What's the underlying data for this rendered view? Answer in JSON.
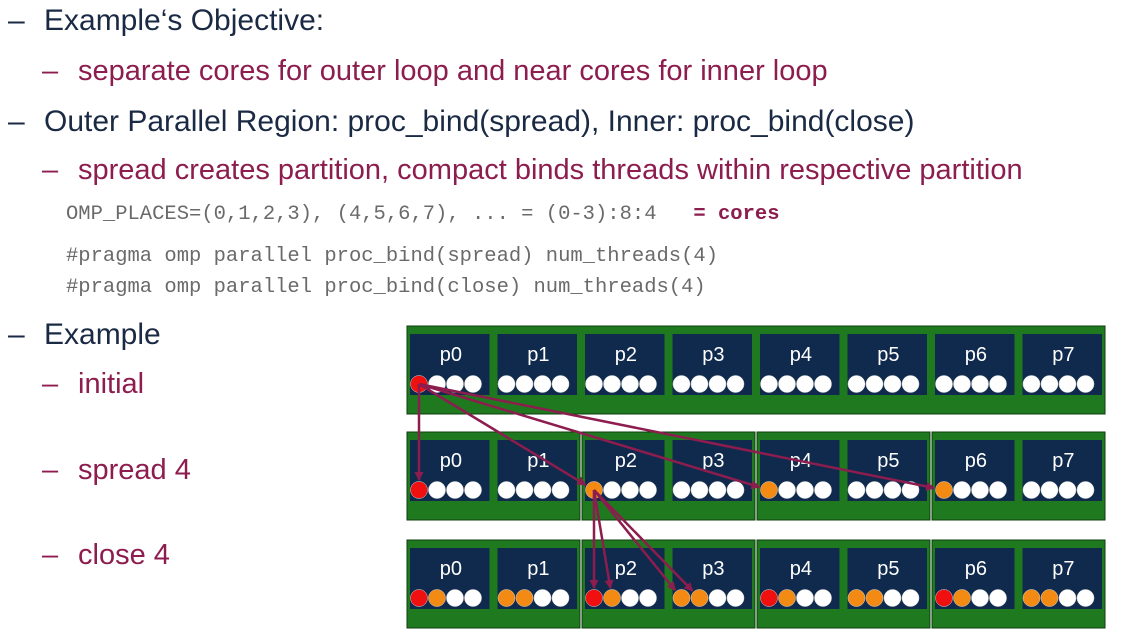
{
  "bullets": {
    "objective_title": "Example‘s Objective:",
    "objective_detail": "separate cores for outer loop and near cores for inner loop",
    "region_title": "Outer Parallel Region: proc_bind(spread), Inner: proc_bind(close)",
    "region_detail": "spread creates partition, compact binds threads within respective partition",
    "example_title": "Example",
    "row_labels": [
      "initial",
      "spread 4",
      "close 4"
    ],
    "dash": "–"
  },
  "code": {
    "places_expr": "OMP_PLACES=(0,1,2,3), (4,5,6,7), ... = (0-3):8:4",
    "places_note": "= cores",
    "pragma_outer": "#pragma omp parallel proc_bind(spread) num_threads(4)",
    "pragma_inner": "#pragma omp parallel proc_bind(close) num_threads(4)"
  },
  "diagram": {
    "places": [
      "p0",
      "p1",
      "p2",
      "p3",
      "p4",
      "p5",
      "p6",
      "p7"
    ],
    "rows": [
      {
        "label": "initial",
        "partitions": [
          [
            0,
            1,
            2,
            3,
            4,
            5,
            6,
            7
          ]
        ],
        "threads": {
          "0": [
            "red",
            "white",
            "white",
            "white"
          ]
        }
      },
      {
        "label": "spread 4",
        "partitions": [
          [
            0,
            1
          ],
          [
            2,
            3
          ],
          [
            4,
            5
          ],
          [
            6,
            7
          ]
        ],
        "threads": {
          "0": [
            "red",
            "white",
            "white",
            "white"
          ],
          "2": [
            "orange",
            "white",
            "white",
            "white"
          ],
          "4": [
            "orange",
            "white",
            "white",
            "white"
          ],
          "6": [
            "orange",
            "white",
            "white",
            "white"
          ]
        }
      },
      {
        "label": "close 4",
        "partitions": [
          [
            0,
            1
          ],
          [
            2,
            3
          ],
          [
            4,
            5
          ],
          [
            6,
            7
          ]
        ],
        "threads": {
          "0": [
            "red",
            "orange",
            "white",
            "white"
          ],
          "1": [
            "orange",
            "orange",
            "white",
            "white"
          ],
          "2": [
            "red",
            "orange",
            "white",
            "white"
          ],
          "3": [
            "orange",
            "orange",
            "white",
            "white"
          ],
          "4": [
            "red",
            "orange",
            "white",
            "white"
          ],
          "5": [
            "orange",
            "orange",
            "white",
            "white"
          ],
          "6": [
            "red",
            "orange",
            "white",
            "white"
          ],
          "7": [
            "orange",
            "orange",
            "white",
            "white"
          ]
        }
      }
    ],
    "colors": {
      "place": "#0f2a4d",
      "node": "#1f7a1f",
      "arrow": "#8c1d4e",
      "red": "#f01010",
      "orange": "#f28a14",
      "white": "#ffffff"
    }
  }
}
